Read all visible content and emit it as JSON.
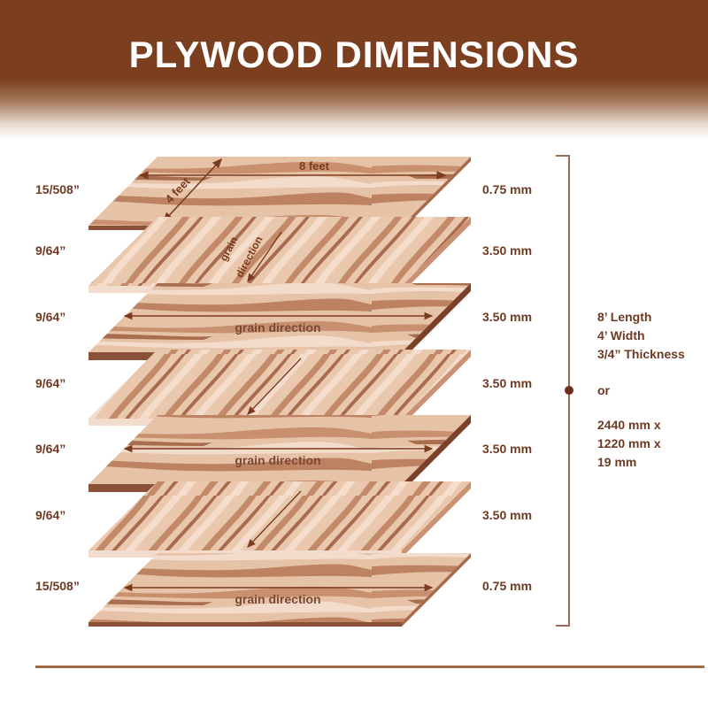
{
  "header": {
    "title": "PLYWOOD DIMENSIONS",
    "background_color": "#7b3f1f",
    "title_color": "#ffffff"
  },
  "layers": [
    {
      "index": 1,
      "thickness_in": "15/508”",
      "thickness_mm": "0.75 mm",
      "orientation": "face",
      "annotation": [
        "8 feet",
        "4 feet"
      ]
    },
    {
      "index": 2,
      "thickness_in": "9/64”",
      "thickness_mm": "3.50 mm",
      "orientation": "cross",
      "annotation": [
        "grain",
        "direction"
      ]
    },
    {
      "index": 3,
      "thickness_in": "9/64”",
      "thickness_mm": "3.50 mm",
      "orientation": "long",
      "annotation": [
        "grain direction"
      ]
    },
    {
      "index": 4,
      "thickness_in": "9/64”",
      "thickness_mm": "3.50 mm",
      "orientation": "cross",
      "annotation": []
    },
    {
      "index": 5,
      "thickness_in": "9/64”",
      "thickness_mm": "3.50 mm",
      "orientation": "long",
      "annotation": [
        "grain direction"
      ]
    },
    {
      "index": 6,
      "thickness_in": "9/64”",
      "thickness_mm": "3.50 mm",
      "orientation": "cross",
      "annotation": []
    },
    {
      "index": 7,
      "thickness_in": "15/508”",
      "thickness_mm": "0.75 mm",
      "orientation": "long",
      "annotation": [
        "grain direction"
      ]
    }
  ],
  "summary": {
    "imperial": [
      "8’ Length",
      "4’ Width",
      "3/4” Thickness"
    ],
    "separator": "or",
    "metric": [
      "2440 mm x",
      "1220 mm x",
      "19 mm"
    ]
  },
  "colors": {
    "label_text": "#6e3a22",
    "wood_light": "#efd3bf",
    "wood_mid": "#d9a98a",
    "wood_dark": "#b77a5a",
    "edge_dark": "#8a5038",
    "arrow": "#7b3b1e",
    "rule": "#a06a45"
  }
}
